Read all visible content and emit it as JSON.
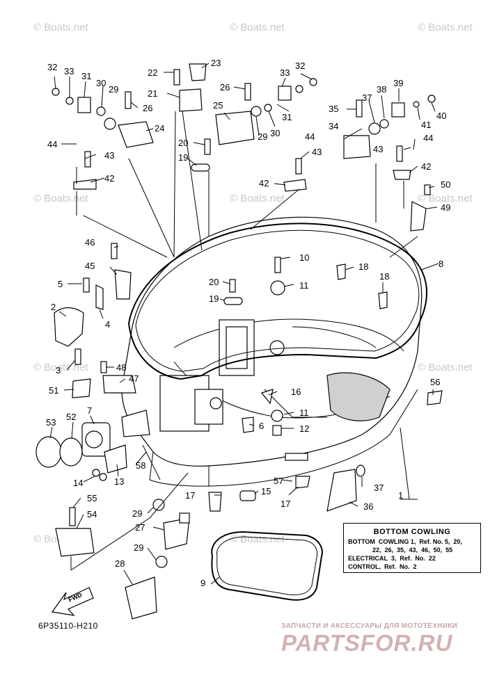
{
  "watermark": "© Boats.net",
  "callouts": [
    "1",
    "2",
    "3",
    "4",
    "5",
    "6",
    "7",
    "8",
    "9",
    "10",
    "11",
    "12",
    "13",
    "14",
    "15",
    "16",
    "17",
    "18",
    "19",
    "20",
    "21",
    "22",
    "23",
    "24",
    "25",
    "26",
    "27",
    "28",
    "29",
    "30",
    "31",
    "32",
    "33",
    "34",
    "35",
    "36",
    "37",
    "38",
    "39",
    "40",
    "41",
    "42",
    "43",
    "44",
    "45",
    "46",
    "47",
    "48",
    "49",
    "50",
    "51",
    "52",
    "53",
    "54",
    "55",
    "56",
    "57",
    "58"
  ],
  "legend": {
    "title": "BOTTOM COWLING",
    "line1": "BOTTOM  COWLING 1,  Ref. No. 5,  20,",
    "line2": "              22,  26,  35,  43,  46,  50,  55",
    "line3": "ELECTRICAL  3,  Ref.  No.  22",
    "line4": "CONTROL,  Ref.  No.  2"
  },
  "fwd_label": "FWD",
  "figure_code": "6P35110-H210",
  "brand": {
    "tagline": "ЗАПЧАСТИ И АКСЕССУАРЫ ДЛЯ МОТОТЕХНИКИ",
    "name": "PARTSFOR.RU"
  }
}
